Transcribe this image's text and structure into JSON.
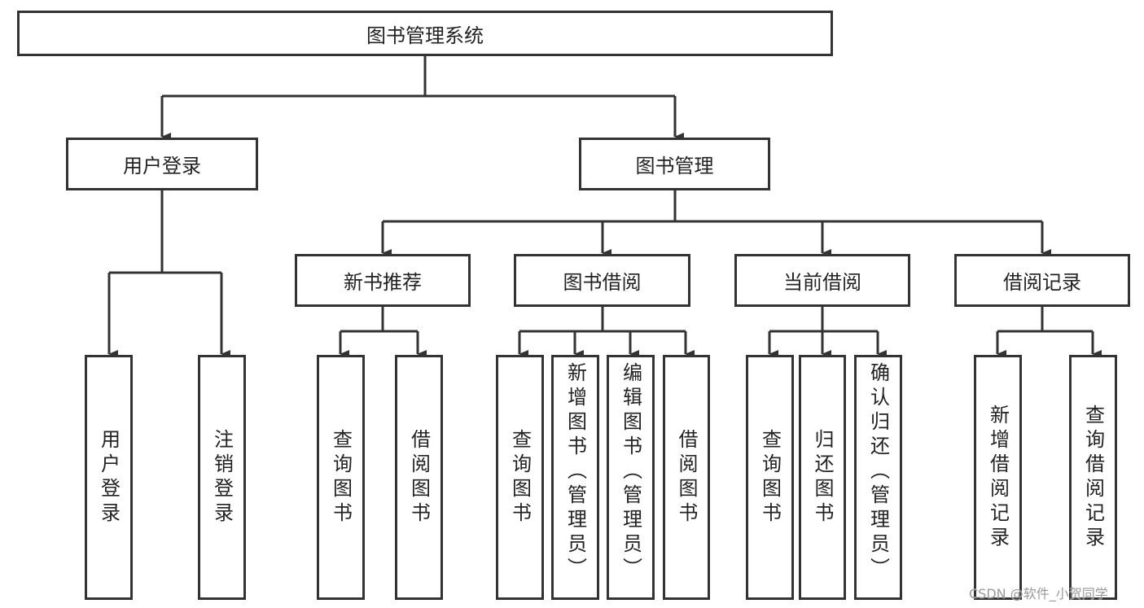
{
  "root": "图书管理系统",
  "level1": [
    "用户登录",
    "图书管理"
  ],
  "user_login": {
    "children": [
      "用户登录",
      "注销登录"
    ]
  },
  "book_mgmt": {
    "groups": [
      {
        "label": "新书推荐",
        "children": [
          "查询图书",
          "借阅图书"
        ]
      },
      {
        "label": "图书借阅",
        "children": [
          "查询图书",
          "新增图书（管理员）",
          "编辑图书（管理员）",
          "借阅图书"
        ]
      },
      {
        "label": "当前借阅",
        "children": [
          "查询图书",
          "归还图书",
          "确认归还（管理员）"
        ]
      },
      {
        "label": "借阅记录",
        "children": [
          "新增借阅记录",
          "查询借阅记录"
        ]
      }
    ]
  },
  "watermark": "CSDN @软件_小贺同学"
}
